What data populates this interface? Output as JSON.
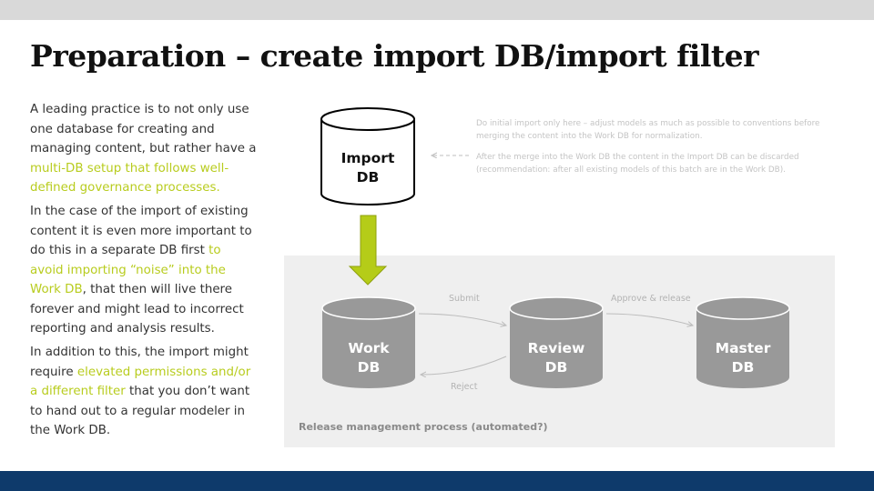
{
  "title": "Preparation – create import DB/import filter",
  "paragraphs": {
    "p1": {
      "text_1": "A leading practice is to not only use one database for creating and managing content, but rather have a ",
      "hl_1": "multi-DB setup that follows well-defined governance processes."
    },
    "p2": {
      "text_1": "In the case of the import of existing content it is even more important to do this in a separate DB first ",
      "hl_1": "to avoid importing “noise” into the Work DB",
      "text_2": ", that then will live there forever and might lead to incorrect reporting and analysis results."
    },
    "p3": {
      "text_1": "In addition to this, the import might require ",
      "hl_1": "elevated permissions and/or a different filter",
      "text_2": " that you don’t want to hand out to a regular modeler in the Work DB."
    }
  },
  "notes": {
    "note_1": "Do initial import only here – adjust models as much as possible to conventions before merging the content into the Work DB for normalization.",
    "note_2": "After the merge into the Work DB the content in the Import DB can be discarded (recommendation: after all existing models of this batch are in the Work DB)."
  },
  "databases": {
    "import": {
      "line_1": "Import",
      "line_2": "DB"
    },
    "work": {
      "line_1": "Work",
      "line_2": "DB"
    },
    "review": {
      "line_1": "Review",
      "line_2": "DB"
    },
    "master": {
      "line_1": "Master",
      "line_2": "DB"
    }
  },
  "flows": {
    "submit": "Submit",
    "reject": "Reject",
    "approve": "Approve & release"
  },
  "panel_label": "Release management process (automated?)",
  "colors": {
    "accent": "#b8cc1e",
    "arrow_fill": "#b5cc18",
    "db_grey": "#999999",
    "bottom_bar": "#0e3a6b",
    "top_bar": "#d9d9d9"
  }
}
